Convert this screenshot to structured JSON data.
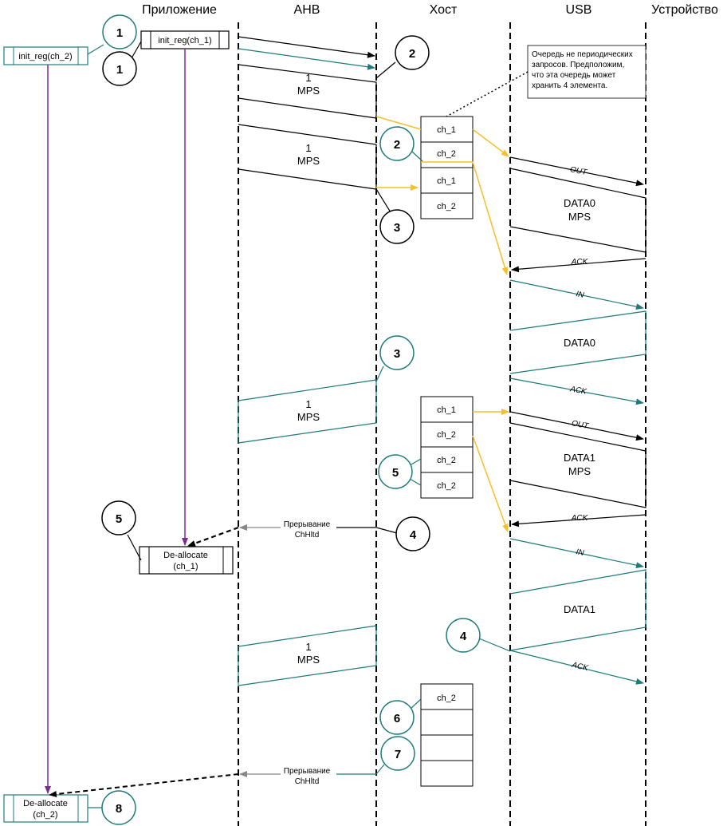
{
  "lanes": {
    "app": "Приложение",
    "ahb": "AHB",
    "host": "Хост",
    "usb": "USB",
    "device": "Устройство"
  },
  "colors": {
    "black": "#000000",
    "teal": "#1f7a7a",
    "purple": "#7a2d8e",
    "yellow": "#f5c02a",
    "gray": "#888888"
  },
  "app": {
    "init_reg_ch1": "init_reg(ch_1)",
    "init_reg_ch2": "init_reg(ch_2)",
    "dealloc1_line1": "De-allocate",
    "dealloc1_line2": "(ch_1)",
    "dealloc2_line1": "De-allocate",
    "dealloc2_line2": "(ch_2)"
  },
  "ahb": {
    "mps_one": "1",
    "mps_label": "MPS",
    "interrupt_line1": "Прерывание",
    "interrupt_line2": "ChHltd"
  },
  "queue": {
    "note_line1": "Очередь не периодических",
    "note_line2": "запросов. Предположим,",
    "note_line3": "что эта очередь может",
    "note_line4": "хранить 4 элемента.",
    "q1": [
      "ch_1",
      "ch_2",
      "ch_1",
      "ch_2"
    ],
    "q2": [
      "ch_1",
      "ch_2",
      "ch_2",
      "ch_2"
    ],
    "q3": [
      "ch_2",
      "",
      "",
      ""
    ]
  },
  "usb": {
    "out": "OUT",
    "in": "IN",
    "ack": "ACK",
    "data0": "DATA0",
    "data1": "DATA1",
    "mps": "MPS"
  },
  "steps": {
    "n1": "1",
    "n2": "2",
    "n3": "3",
    "n4": "4",
    "n5": "5",
    "n6": "6",
    "n7": "7",
    "n8": "8"
  }
}
